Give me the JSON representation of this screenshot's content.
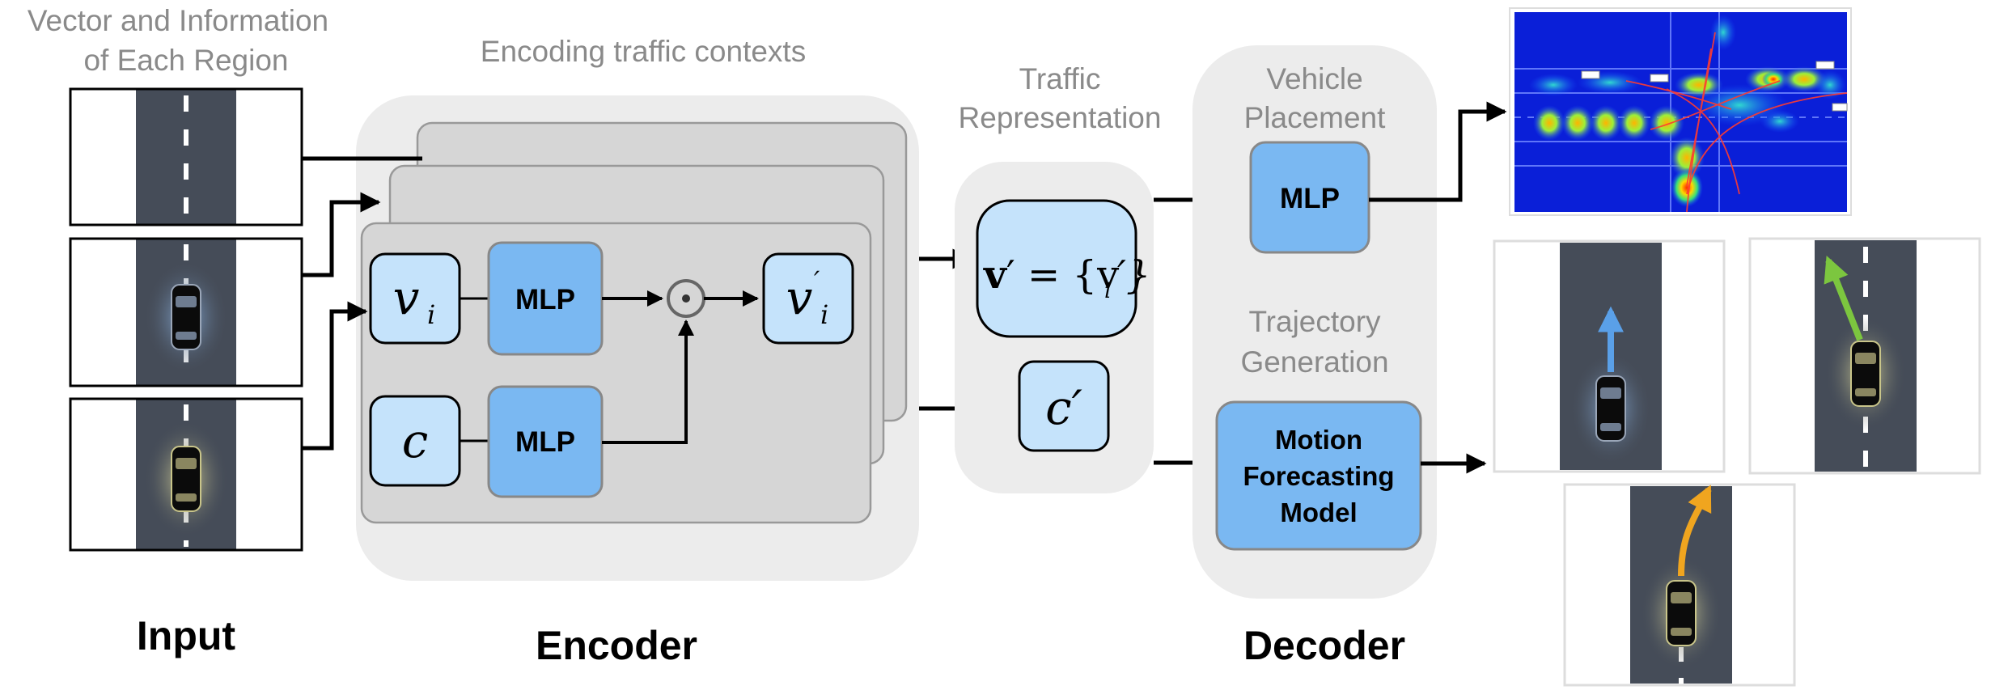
{
  "input": {
    "region_title_line1": "Vector and Information",
    "region_title_line2": "of Each Region",
    "label": "Input"
  },
  "encoder": {
    "title": "Encoding traffic contexts",
    "label": "Encoder",
    "mlp_label": "MLP",
    "v_i": "v",
    "v_i_sub": "i",
    "v_i_prime": "v",
    "c": "c"
  },
  "representation": {
    "title_line1": "Traffic",
    "title_line2": "Representation",
    "v_bold": "v",
    "v_rest": "′ = {v",
    "v_close": "′}",
    "v_sub": "i",
    "c_prime": "c′"
  },
  "decoder": {
    "label": "Decoder",
    "placement_line1": "Vehicle",
    "placement_line2": "Placement",
    "placement_mlp": "MLP",
    "trajectory_line1": "Trajectory",
    "trajectory_line2": "Generation",
    "model_line1": "Motion",
    "model_line2": "Forecasting",
    "model_line3": "Model"
  },
  "colors": {
    "panel_bg": "#ececec",
    "stack_card": "#d6d6d6",
    "node_light": "#c5e3fb",
    "node_mlp": "#7ab8f2",
    "road": "#454c58",
    "arrow_blue": "#5aa0e8",
    "arrow_green": "#7cc63f",
    "arrow_orange": "#f0a51f"
  }
}
